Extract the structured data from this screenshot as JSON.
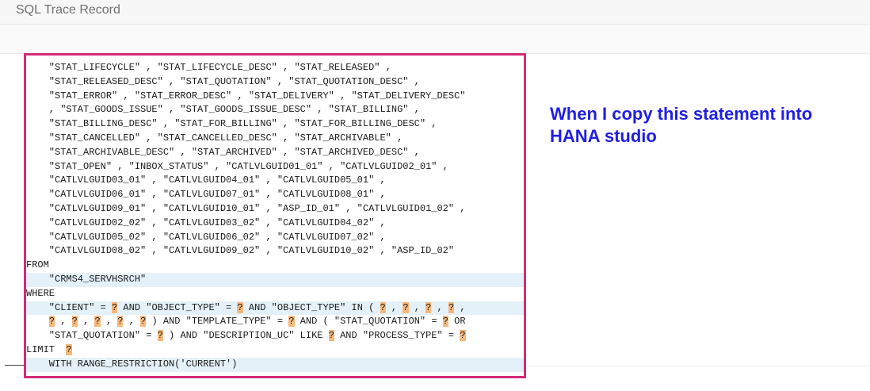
{
  "window": {
    "title": "SQL Trace Record"
  },
  "code_lines": [
    "    \"STAT_LIFECYCLE\" , \"STAT_LIFECYCLE_DESC\" , \"STAT_RELEASED\" ,",
    "    \"STAT_RELEASED_DESC\" , \"STAT_QUOTATION\" , \"STAT_QUOTATION_DESC\" ,",
    "    \"STAT_ERROR\" , \"STAT_ERROR_DESC\" , \"STAT_DELIVERY\" , \"STAT_DELIVERY_DESC\"",
    "    , \"STAT_GOODS_ISSUE\" , \"STAT_GOODS_ISSUE_DESC\" , \"STAT_BILLING\" ,",
    "    \"STAT_BILLING_DESC\" , \"STAT_FOR_BILLING\" , \"STAT_FOR_BILLING_DESC\" ,",
    "    \"STAT_CANCELLED\" , \"STAT_CANCELLED_DESC\" , \"STAT_ARCHIVABLE\" ,",
    "    \"STAT_ARCHIVABLE_DESC\" , \"STAT_ARCHIVED\" , \"STAT_ARCHIVED_DESC\" ,",
    "    \"STAT_OPEN\" , \"INBOX_STATUS\" , \"CATLVLGUID01_01\" , \"CATLVLGUID02_01\" ,",
    "    \"CATLVLGUID03_01\" , \"CATLVLGUID04_01\" , \"CATLVLGUID05_01\" ,",
    "    \"CATLVLGUID06_01\" , \"CATLVLGUID07_01\" , \"CATLVLGUID08_01\" ,",
    "    \"CATLVLGUID09_01\" , \"CATLVLGUID10_01\" , \"ASP_ID_01\" , \"CATLVLGUID01_02\" ,",
    "    \"CATLVLGUID02_02\" , \"CATLVLGUID03_02\" , \"CATLVLGUID04_02\" ,",
    "    \"CATLVLGUID05_02\" , \"CATLVLGUID06_02\" , \"CATLVLGUID07_02\" ,",
    "    \"CATLVLGUID08_02\" , \"CATLVLGUID09_02\" , \"CATLVLGUID10_02\" , \"ASP_ID_02\"",
    "FROM",
    "    \"CRMS4_SERVHSRCH\"",
    "WHERE",
    "    \"CLIENT\" = ? AND \"OBJECT_TYPE\" = ? AND \"OBJECT_TYPE\" IN ( ? , ? , ? , ? ,",
    "    ? , ? , ? , ? , ? ) AND \"TEMPLATE_TYPE\" = ? AND ( \"STAT_QUOTATION\" = ? OR",
    "    \"STAT_QUOTATION\" = ? ) AND \"DESCRIPTION_UC\" LIKE ? AND \"PROCESS_TYPE\" = ?",
    "LIMIT  ?",
    "    WITH RANGE_RESTRICTION('CURRENT')"
  ],
  "keyword_lines": [
    15,
    17,
    21
  ],
  "annotation": {
    "line1": "When I copy this statement into",
    "line2": "HANA studio"
  },
  "colors": {
    "highlight_border": "#d42a79",
    "annotation_text": "#1f1ee6",
    "placeholder_bg": "#f6b77a",
    "keyword_line_bg": "#e4f1f8"
  }
}
